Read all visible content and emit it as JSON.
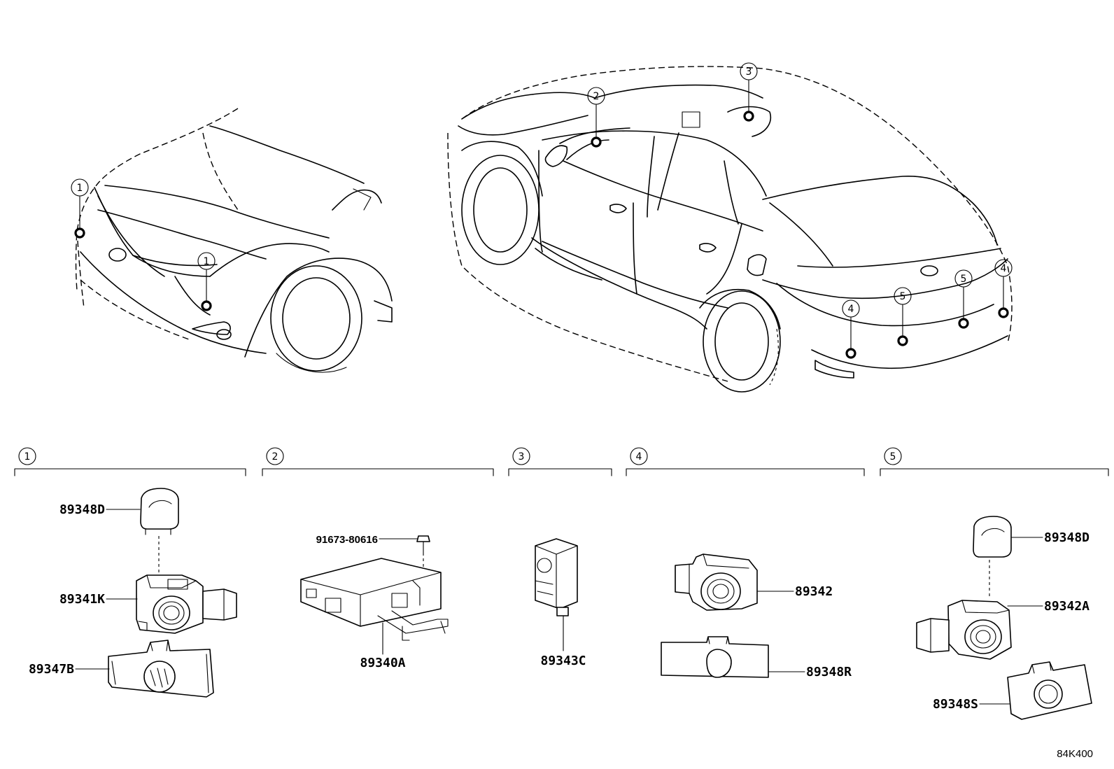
{
  "diagram": {
    "location_callouts": [
      "1",
      "1",
      "2",
      "3",
      "4",
      "4",
      "5",
      "5"
    ],
    "groups": [
      {
        "number": "1",
        "parts": [
          "89348D",
          "89341K",
          "89347B"
        ]
      },
      {
        "number": "2",
        "parts": [
          "91673-80616",
          "89340A"
        ]
      },
      {
        "number": "3",
        "parts": [
          "89343C"
        ]
      },
      {
        "number": "4",
        "parts": [
          "89342",
          "89348R"
        ]
      },
      {
        "number": "5",
        "parts": [
          "89348D",
          "89342A",
          "89348S"
        ]
      }
    ],
    "diagram_code": "84K400"
  }
}
